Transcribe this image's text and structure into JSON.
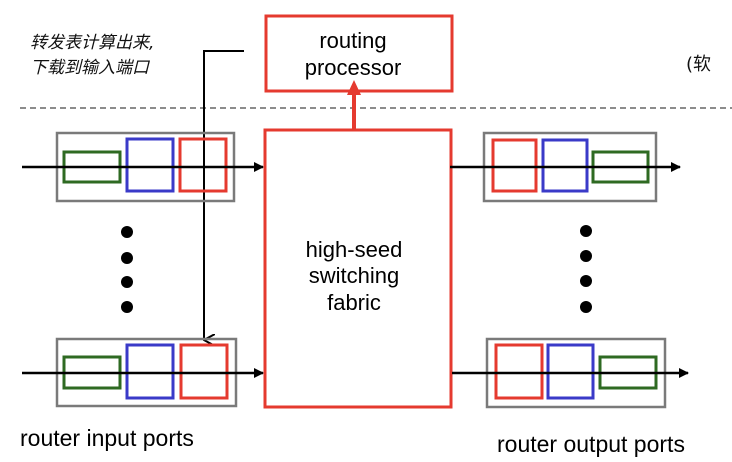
{
  "annotation": {
    "line1": "转发表计算出来,",
    "line2": "下载到输入端口"
  },
  "routing_processor": {
    "line1": "routing",
    "line2": "processor"
  },
  "switching_fabric": {
    "line1": "high-seed",
    "line2": "switching",
    "line3": "fabric"
  },
  "side_note": "(软",
  "input_ports_label": "router input ports",
  "output_ports_label": "router output ports",
  "colors": {
    "red": "#e53a2f",
    "blue": "#3a3ac8",
    "green": "#2e6a22",
    "gray": "#7a7a7a",
    "black": "#000000"
  }
}
